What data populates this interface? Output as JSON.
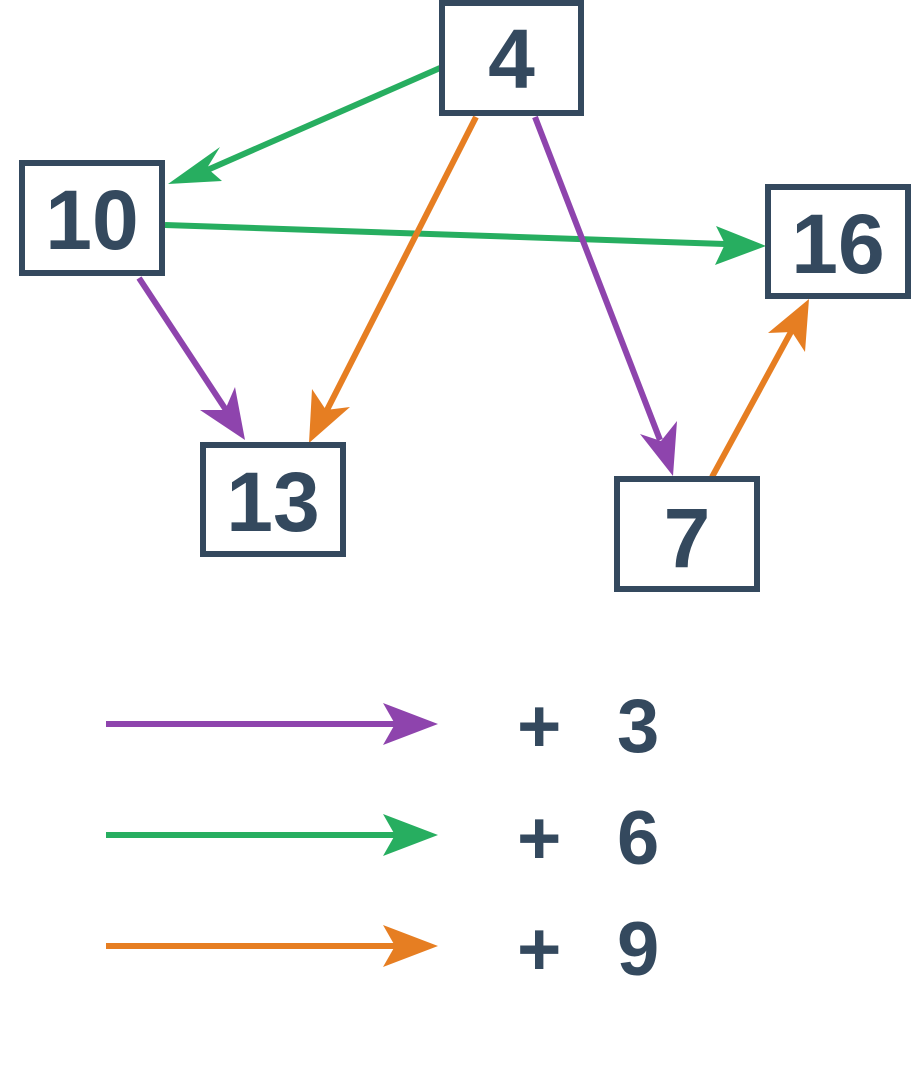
{
  "colors": {
    "purple": "#8e44ad",
    "green": "#27ae60",
    "orange": "#e67e22",
    "node_border": "#34495e",
    "text": "#34495e"
  },
  "nodes": [
    {
      "id": "n4",
      "label": "4"
    },
    {
      "id": "n10",
      "label": "10"
    },
    {
      "id": "n16",
      "label": "16"
    },
    {
      "id": "n13",
      "label": "13"
    },
    {
      "id": "n7",
      "label": "7"
    }
  ],
  "edges": [
    {
      "from": "n4",
      "to": "n10",
      "color": "green"
    },
    {
      "from": "n10",
      "to": "n16",
      "color": "green"
    },
    {
      "from": "n4",
      "to": "n13",
      "color": "orange"
    },
    {
      "from": "n7",
      "to": "n16",
      "color": "orange"
    },
    {
      "from": "n10",
      "to": "n13",
      "color": "purple"
    },
    {
      "from": "n4",
      "to": "n7",
      "color": "purple"
    }
  ],
  "legend": [
    {
      "color": "purple",
      "plus": "+",
      "value": "3"
    },
    {
      "color": "green",
      "plus": "+",
      "value": "6"
    },
    {
      "color": "orange",
      "plus": "+",
      "value": "9"
    }
  ]
}
